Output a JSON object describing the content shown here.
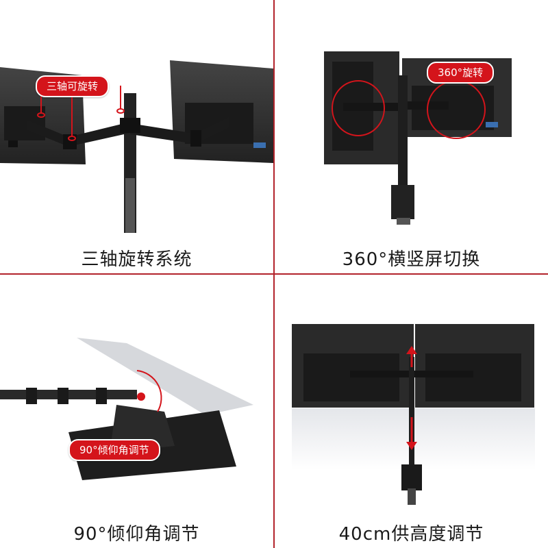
{
  "panels": [
    {
      "caption": "三轴旋转系统",
      "tag": "三轴可旋转"
    },
    {
      "caption": "360°横竖屏切换",
      "tag": "360°旋转"
    },
    {
      "caption": "90°倾仰角调节",
      "tag": "90°倾仰角调节"
    },
    {
      "caption": "40cm供高度调节"
    }
  ],
  "colors": {
    "accent": "#d4141b",
    "divider": "#b2222a",
    "monitor": "#2b2b2b",
    "arm": "#1e1e1e"
  }
}
